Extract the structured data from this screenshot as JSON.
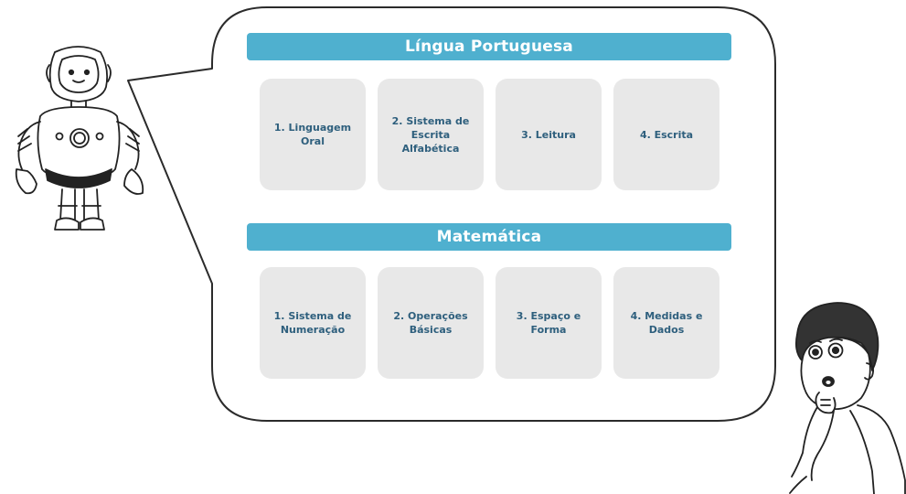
{
  "sections": [
    {
      "title": "Língua Portuguesa",
      "cards": [
        {
          "label": "1. Linguagem Oral"
        },
        {
          "label": "2. Sistema de Escrita Alfabética"
        },
        {
          "label": "3. Leitura"
        },
        {
          "label": "4. Escrita"
        }
      ]
    },
    {
      "title": "Matemática",
      "cards": [
        {
          "label": "1. Sistema de Numeração"
        },
        {
          "label": "2. Operações Básicas"
        },
        {
          "label": "3. Espaço e Forma"
        },
        {
          "label": "4. Medidas e Dados"
        }
      ]
    }
  ],
  "colors": {
    "header_bg": "#4fb0cf",
    "card_bg": "#e8e8e8",
    "card_text": "#2e5f7d",
    "outline": "#2b2b2b"
  },
  "illustrations": {
    "left": "robot-character",
    "right": "thinking-child-character"
  }
}
